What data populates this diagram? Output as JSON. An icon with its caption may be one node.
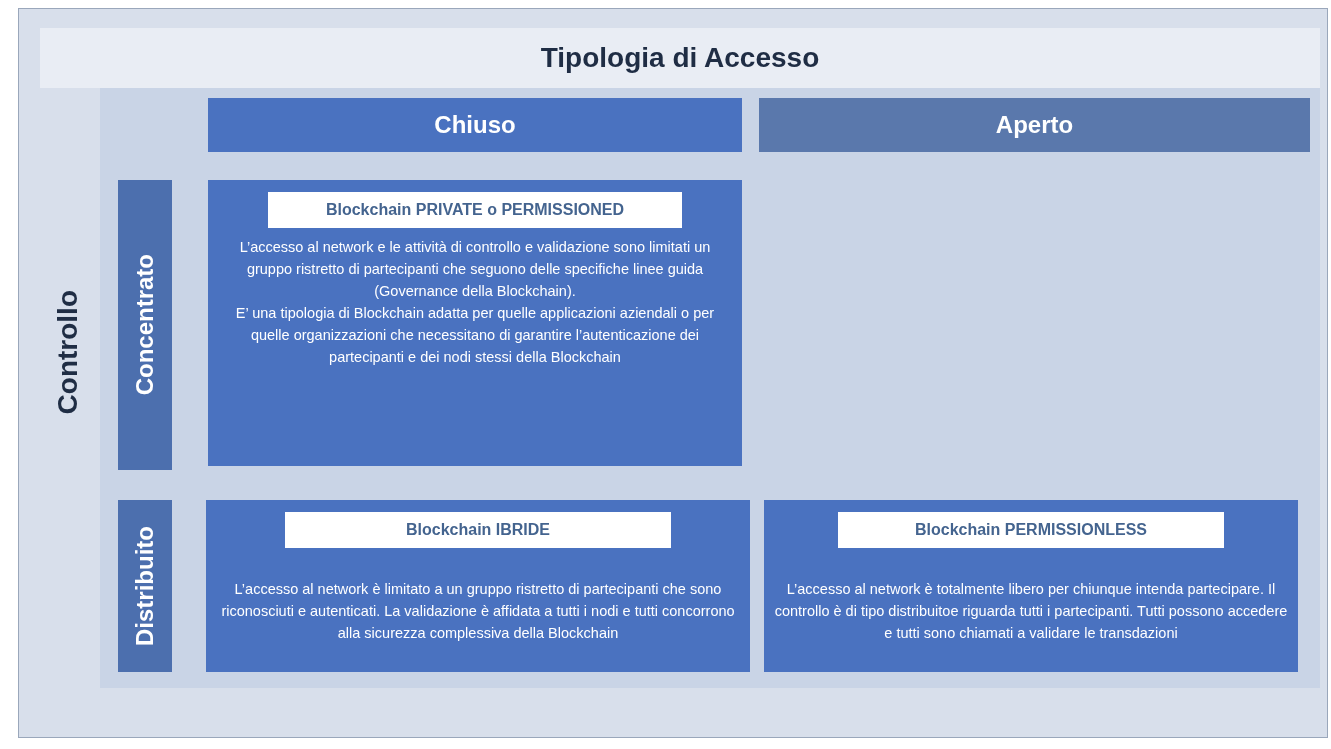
{
  "diagram": {
    "nodes": [
      {
        "text": [
          "Tipologia di Accesso"
        ]
      },
      {
        "text": [
          "Chiuso"
        ]
      },
      {
        "text": [
          "Aperto"
        ]
      },
      {
        "text": [
          "Concentrato"
        ]
      },
      {
        "text": [
          "Distribuito"
        ]
      },
      {
        "text": [
          "Blockchain PRIVATE o PERMISSIONED",
          "L’accesso al network e le attività di controllo e validazione sono limitati un gruppo ristretto di partecipanti che seguono delle specifiche linee guida (Governance della Blockchain).",
          "E’ una tipologia di Blockchain adatta per quelle applicazioni aziendali o per quelle organizzazioni che necessitano di garantire l’autenticazione dei partecipanti e dei nodi stessi della Blockchain"
        ]
      },
      {
        "text": [
          "Blockchain IBRIDE",
          "L’accesso al network è limitato a un gruppo ristretto di partecipanti che sono riconosciuti e autenticati. La validazione è affidata a tutti i nodi e tutti concorrono alla sicurezza complessiva della Blockchain"
        ]
      },
      {
        "text": [
          "Blockchain PERMISSIONLESS",
          "L’accesso al network è totalmente libero per chiunque intenda partecipare. Il controllo è di tipo distribuitoe riguarda tutti i partecipanti. Tutti possono accedere e tutti sono chiamati a validare le transdazioni"
        ]
      }
    ],
    "labels": [
      "Controllo"
    ]
  }
}
